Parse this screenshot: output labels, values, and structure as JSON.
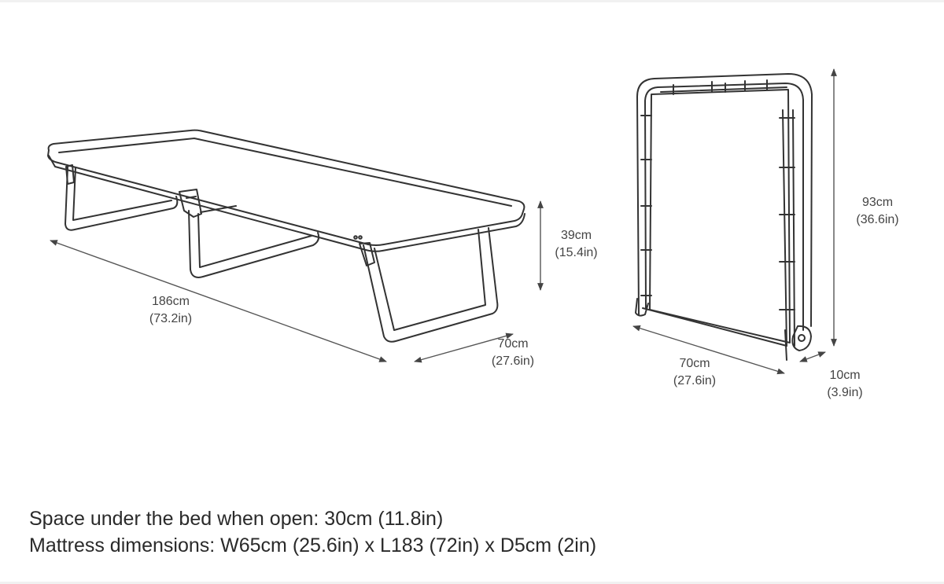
{
  "open_bed": {
    "length": {
      "cm": "186cm",
      "in": "(73.2in)"
    },
    "height": {
      "cm": "39cm",
      "in": "(15.4in)"
    },
    "width": {
      "cm": "70cm",
      "in": "(27.6in)"
    }
  },
  "folded_bed": {
    "height": {
      "cm": "93cm",
      "in": "(36.6in)"
    },
    "width": {
      "cm": "70cm",
      "in": "(27.6in)"
    },
    "depth": {
      "cm": "10cm",
      "in": "(3.9in)"
    }
  },
  "notes": {
    "space_under": "Space under the bed when open: 30cm (11.8in)",
    "mattress": "Mattress dimensions: W65cm (25.6in) x L183 (72in) x D5cm (2in)"
  }
}
